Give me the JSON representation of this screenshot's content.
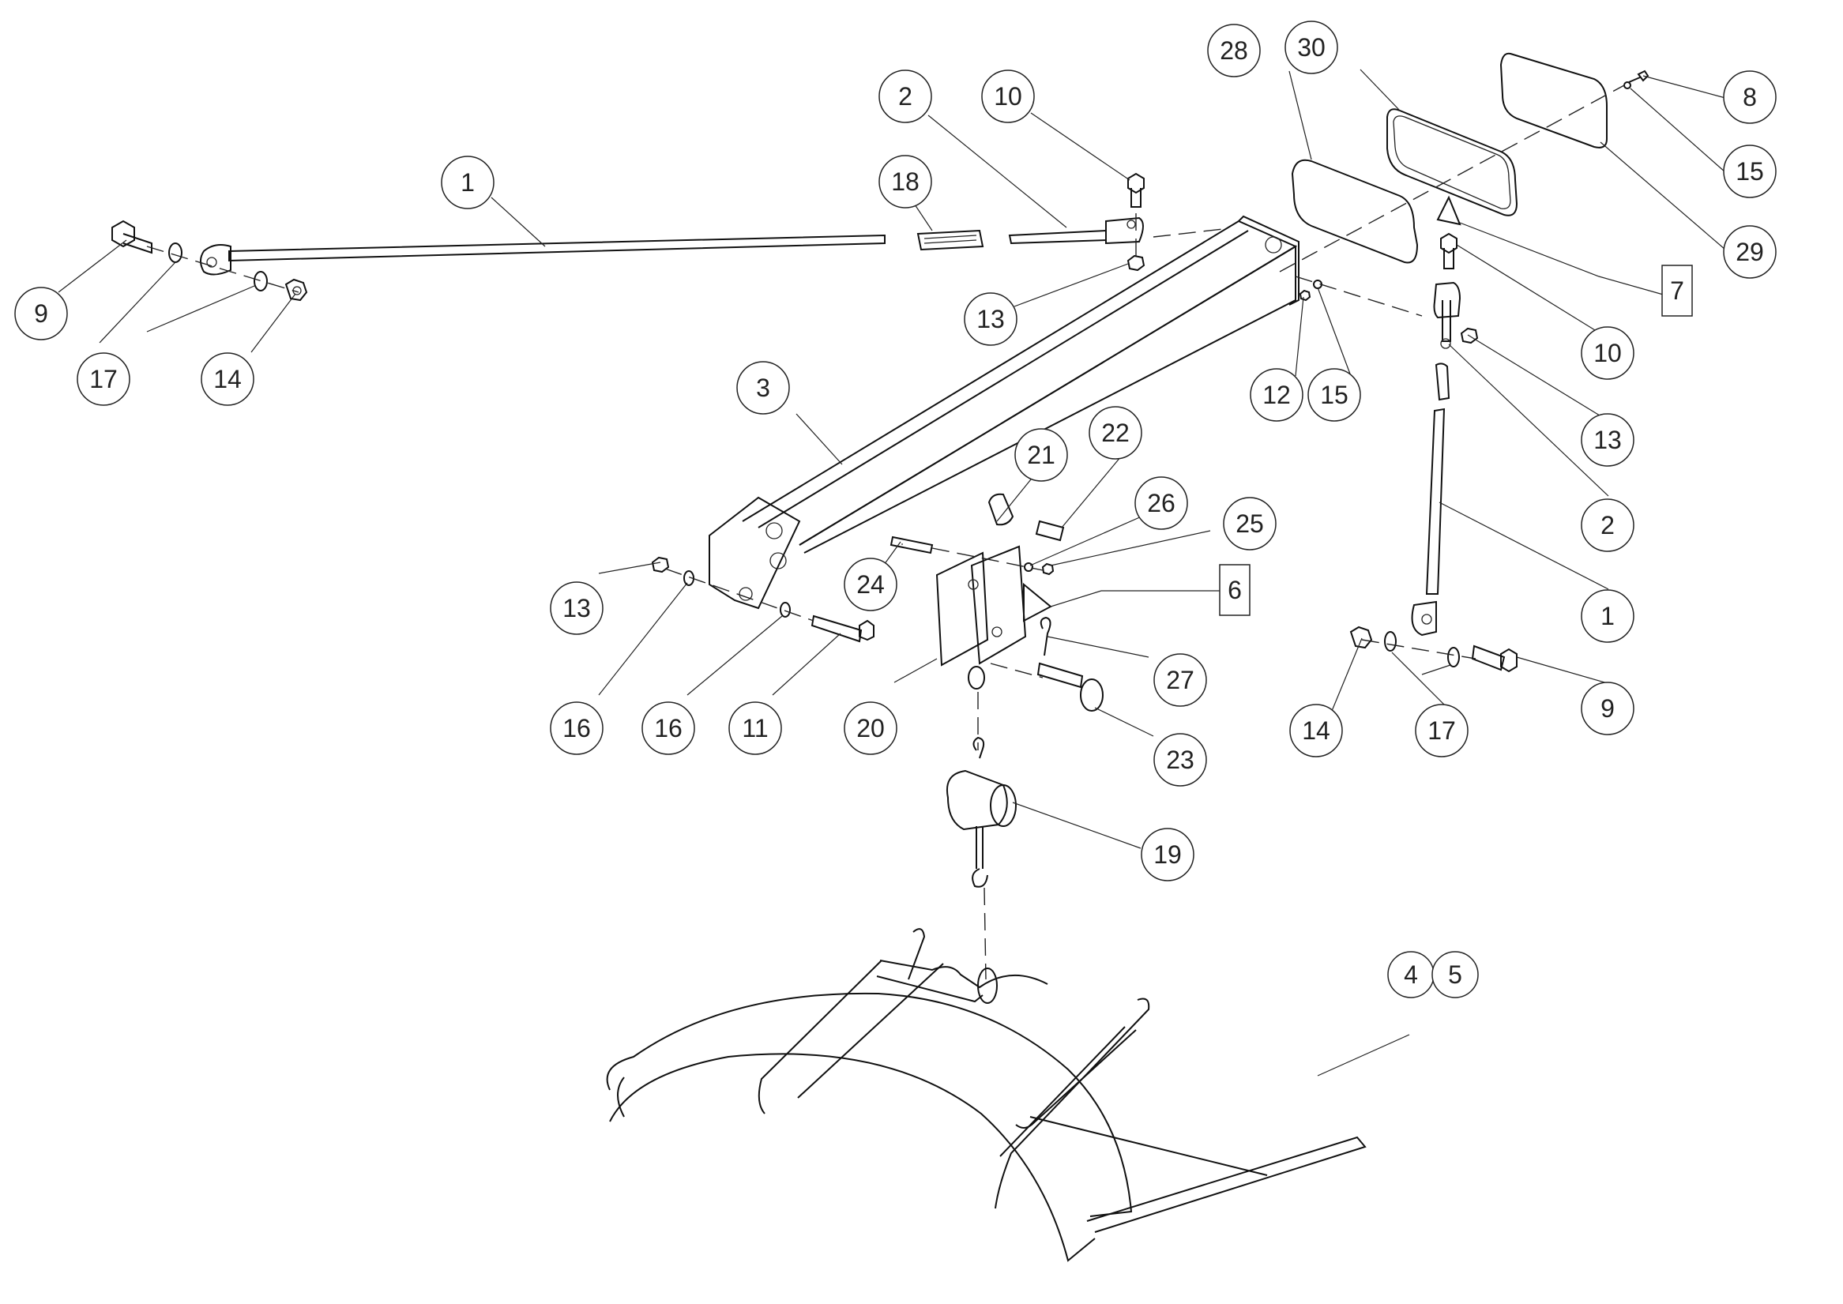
{
  "drawing": {
    "title": "Exploded parts diagram – fender mount assembly",
    "balloons": [
      {
        "id": "b1a",
        "label": "1"
      },
      {
        "id": "b1b",
        "label": "1"
      },
      {
        "id": "b2a",
        "label": "2"
      },
      {
        "id": "b2b",
        "label": "2"
      },
      {
        "id": "b3",
        "label": "3"
      },
      {
        "id": "b4",
        "label": "4"
      },
      {
        "id": "b5",
        "label": "5"
      },
      {
        "id": "b8",
        "label": "8"
      },
      {
        "id": "b9a",
        "label": "9"
      },
      {
        "id": "b9b",
        "label": "9"
      },
      {
        "id": "b10a",
        "label": "10"
      },
      {
        "id": "b10b",
        "label": "10"
      },
      {
        "id": "b11",
        "label": "11"
      },
      {
        "id": "b12",
        "label": "12"
      },
      {
        "id": "b13a",
        "label": "13"
      },
      {
        "id": "b13b",
        "label": "13"
      },
      {
        "id": "b13c",
        "label": "13"
      },
      {
        "id": "b14a",
        "label": "14"
      },
      {
        "id": "b14b",
        "label": "14"
      },
      {
        "id": "b15a",
        "label": "15"
      },
      {
        "id": "b15b",
        "label": "15"
      },
      {
        "id": "b16a",
        "label": "16"
      },
      {
        "id": "b16b",
        "label": "16"
      },
      {
        "id": "b17a",
        "label": "17"
      },
      {
        "id": "b17b",
        "label": "17"
      },
      {
        "id": "b18",
        "label": "18"
      },
      {
        "id": "b19",
        "label": "19"
      },
      {
        "id": "b20",
        "label": "20"
      },
      {
        "id": "b21",
        "label": "21"
      },
      {
        "id": "b22",
        "label": "22"
      },
      {
        "id": "b23",
        "label": "23"
      },
      {
        "id": "b24",
        "label": "24"
      },
      {
        "id": "b25",
        "label": "25"
      },
      {
        "id": "b26",
        "label": "26"
      },
      {
        "id": "b27",
        "label": "27"
      },
      {
        "id": "b28",
        "label": "28"
      },
      {
        "id": "b29",
        "label": "29"
      },
      {
        "id": "b30",
        "label": "30"
      }
    ],
    "flags": [
      {
        "id": "f6",
        "label": "6"
      },
      {
        "id": "f7",
        "label": "7"
      }
    ]
  }
}
